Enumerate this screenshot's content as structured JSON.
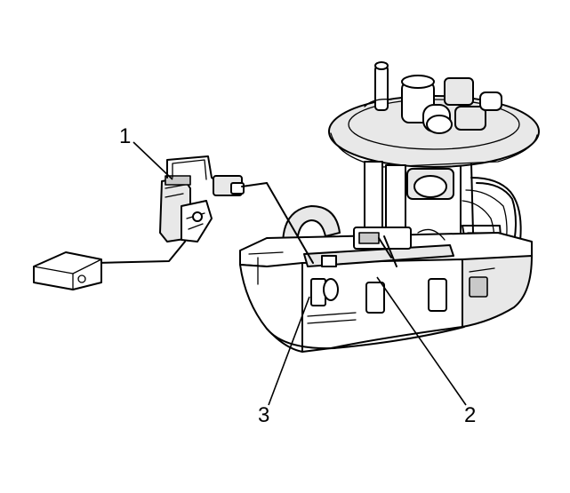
{
  "callouts": {
    "one": "1",
    "two": "2",
    "three": "3"
  },
  "parts": {
    "sender_assembly": "fuel-level-sender",
    "float": "fuel-level-float",
    "module": "fuel-pump-module-reservoir",
    "connector": "sender-electrical-connector"
  }
}
